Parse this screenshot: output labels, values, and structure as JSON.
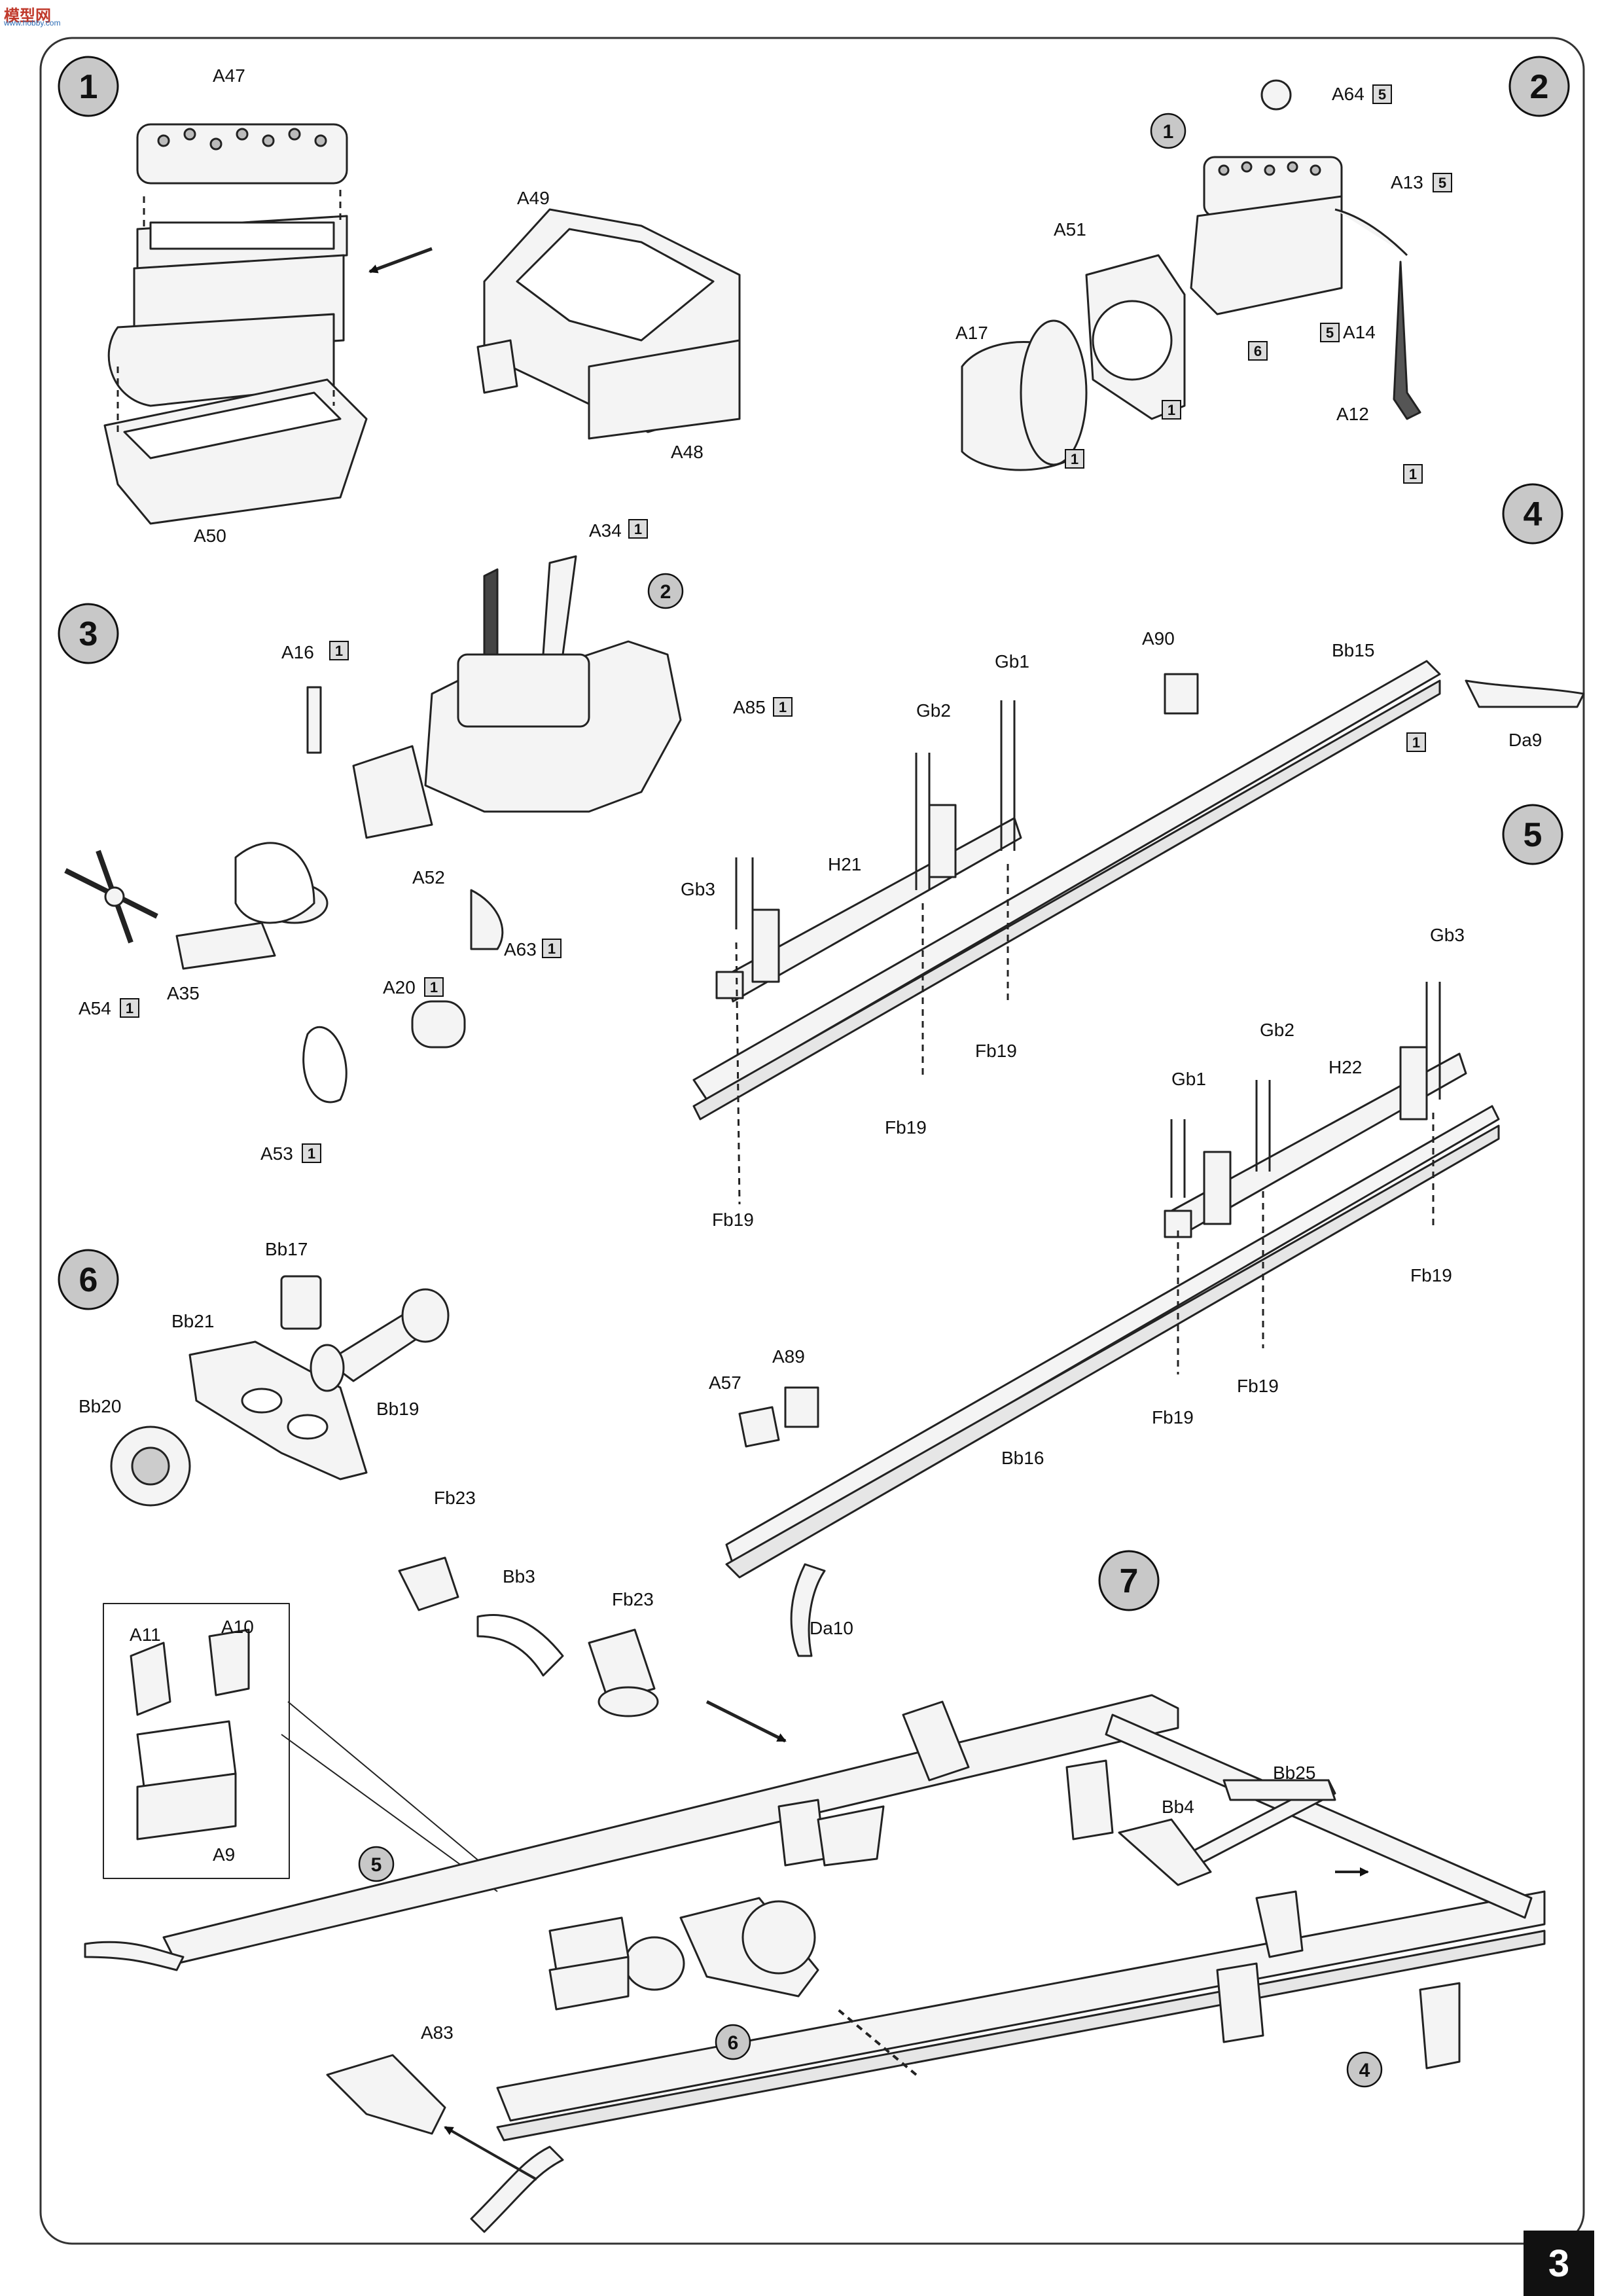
{
  "page": {
    "number": "3"
  },
  "watermark": {
    "logo_text": "模型网",
    "sub_text": "www.hobby.com"
  },
  "steps": [
    {
      "label": "1"
    },
    {
      "label": "2"
    },
    {
      "label": "3"
    },
    {
      "label": "4"
    },
    {
      "label": "5"
    },
    {
      "label": "6"
    },
    {
      "label": "7"
    }
  ],
  "part_labels": [
    "A47",
    "A49",
    "A50",
    "A48",
    "A64",
    "A13",
    "A51",
    "A17",
    "A14",
    "A12",
    "A34",
    "A16",
    "A85",
    "A52",
    "A63",
    "A54",
    "A35",
    "A20",
    "A53",
    "A90",
    "Bb15",
    "Gb1",
    "Gb2",
    "Gb3",
    "H21",
    "Da9",
    "Fb19",
    "Fb19",
    "Fb19",
    "Gb3",
    "Gb2",
    "Gb1",
    "H22",
    "Fb19",
    "Fb19",
    "Fb19",
    "A89",
    "A57",
    "Bb16",
    "Da10",
    "Bb17",
    "Bb21",
    "Bb20",
    "Bb19",
    "Fb23",
    "Bb3",
    "Fb23",
    "A11",
    "A10",
    "A9",
    "Bb25",
    "Bb4",
    "A83"
  ],
  "ref_badges": [
    "5",
    "5",
    "6",
    "1",
    "5",
    "1",
    "1",
    "1",
    "1",
    "1",
    "1",
    "1",
    "1",
    "1",
    "1"
  ],
  "sub_refs": [
    "1",
    "2",
    "5",
    "6",
    "4"
  ]
}
